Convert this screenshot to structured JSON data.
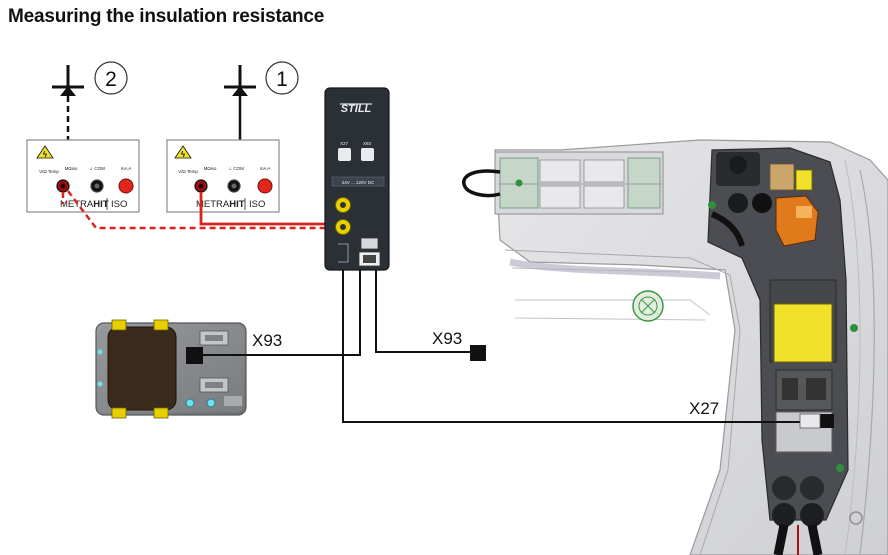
{
  "title": "Measuring the insulation resistance",
  "ground_markers": [
    {
      "number": "2"
    },
    {
      "number": "1"
    }
  ],
  "meters": [
    {
      "brand_left": "METRA",
      "brand_right": "HIT",
      "model": "ISO",
      "jack_labels": [
        "V/Ω Temp",
        "MΩiso",
        "⊥ COM",
        "mA A"
      ]
    },
    {
      "brand_left": "METRA",
      "brand_right": "HIT",
      "model": "ISO",
      "jack_labels": [
        "V/Ω Temp",
        "MΩiso",
        "⊥ COM",
        "mA A"
      ]
    }
  ],
  "adapter": {
    "brand": "STILL",
    "socket_labels": [
      "X27",
      "X93"
    ],
    "voltage_label": "24V ... 120V DC"
  },
  "connectors": {
    "x93_controller": "X93",
    "x93_free": "X93",
    "x27": "X27"
  },
  "colors": {
    "measure_lead_red": "#d9231d",
    "adapter_body": "#2b2f36",
    "yellow_socket": "#e8d000",
    "controller_body": "#3a2a1c",
    "fuse_highlight": "#f2e12a",
    "orange_component": "#e07a1a"
  }
}
